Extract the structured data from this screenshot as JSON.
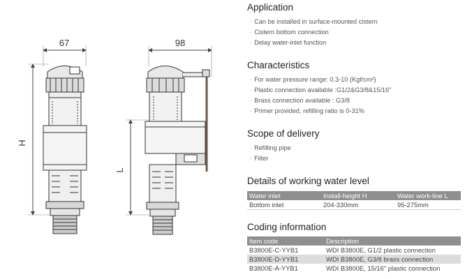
{
  "drawing": {
    "left_width": "67",
    "right_width": "98",
    "height_label": "H",
    "length_label": "L"
  },
  "application": {
    "title": "Application",
    "items": [
      "Can be installed in surface-mounted cistern",
      "Cistern bottom connection",
      "Delay water-inlet function"
    ]
  },
  "characteristics": {
    "title": "Characteristics",
    "items": [
      "For water pressure range: 0.3-10 (Kgf/cm²)",
      "Plastic connection available :G1/2&G3/8&15/16\"",
      "Brass connection available : G3/8",
      "Primer provided, refilling ratio is 0-31%"
    ]
  },
  "scope": {
    "title": "Scope of delivery",
    "items": [
      "Refilling pipe",
      "Filter"
    ]
  },
  "working": {
    "title": "Details of working water level",
    "headers": [
      "Water inlet",
      "Install-height H",
      "Water work-line L"
    ],
    "rows": [
      [
        "Bottom inlet",
        "204-330mm",
        "95-275mm"
      ]
    ]
  },
  "coding": {
    "title": "Coding information",
    "headers": [
      "Item code",
      "Description"
    ],
    "rows": [
      [
        "B3800E-C-YYB1",
        "WDI  B3800E,  G1/2 plastic connection"
      ],
      [
        "B3800E-D-YYB1",
        "WDI  B3800E,  G3/8 brass connection"
      ],
      [
        "B3800E-A-YYB1",
        "WDI  B3800E,  15/16\" plastic connection"
      ]
    ]
  }
}
